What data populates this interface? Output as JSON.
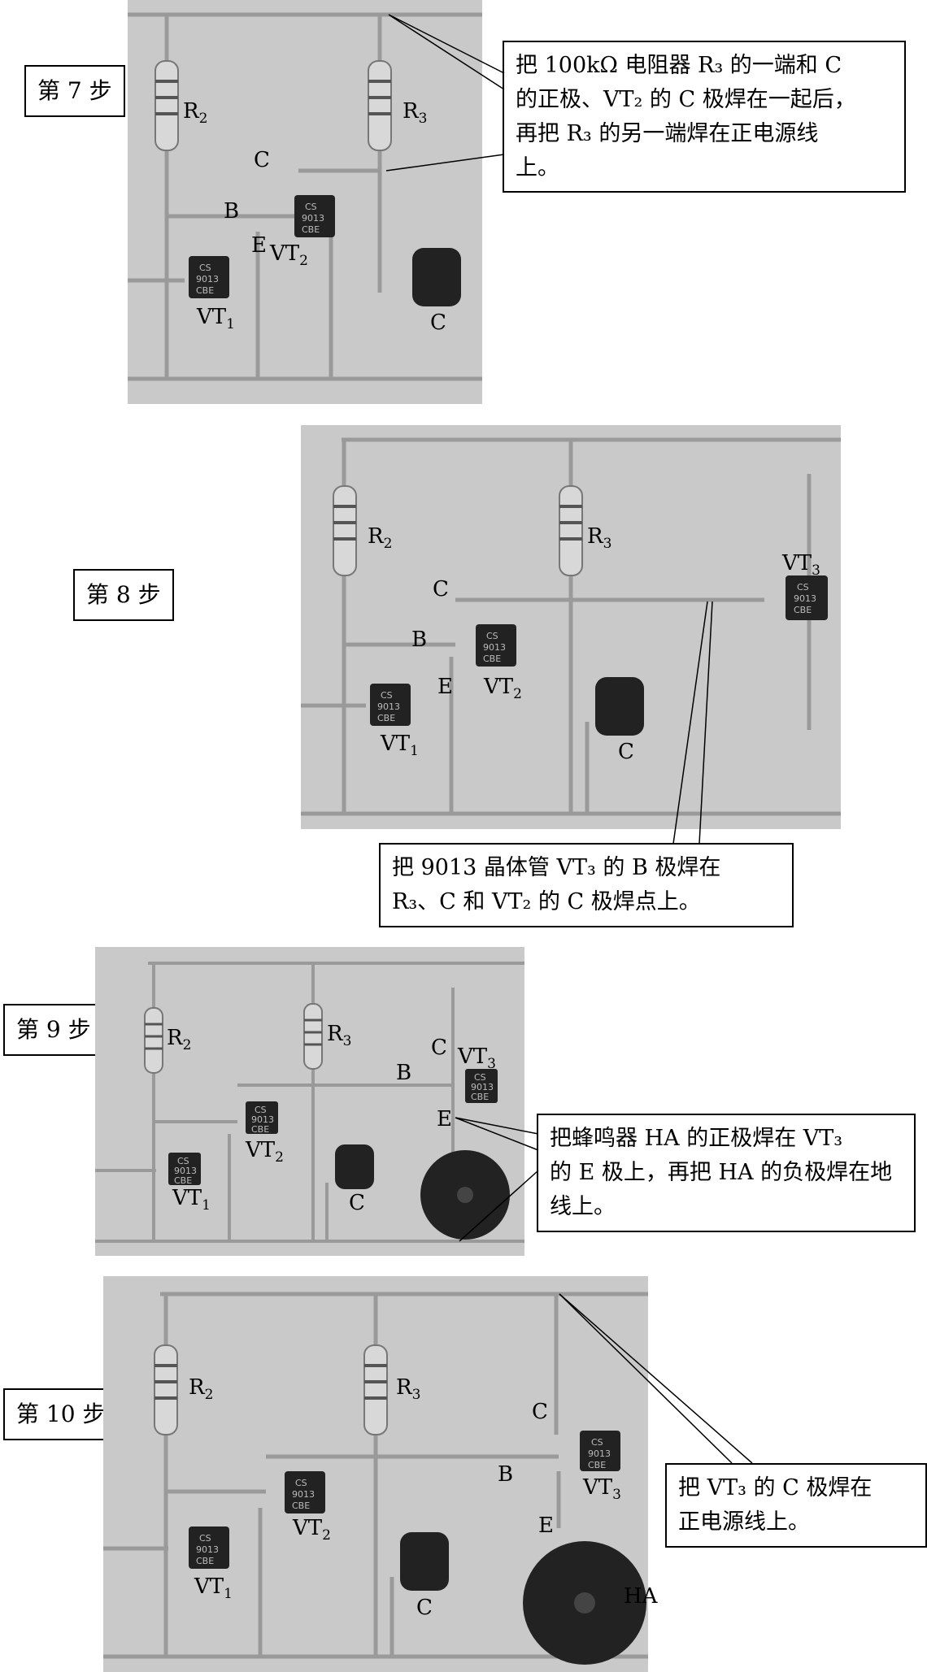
{
  "steps": [
    {
      "label": "第 7 步",
      "caption": [
        "把 100kΩ 电阻器 R₃ 的一端和 C",
        "的正极、VT₂ 的 C 极焊在一起后，",
        "再把 R₃ 的另一端焊在正电源线",
        "上。"
      ],
      "labels": {
        "r2": "R",
        "r2_sub": "2",
        "r3": "R",
        "r3_sub": "3",
        "c_node": "C",
        "b": "B",
        "e": "E",
        "vt2": "VT",
        "vt2_sub": "2",
        "vt1": "VT",
        "vt1_sub": "1",
        "cap": "C"
      }
    },
    {
      "label": "第 8 步",
      "caption": [
        "把 9013 晶体管 VT₃ 的 B 极焊在",
        "R₃、C 和 VT₂ 的 C 极焊点上。"
      ],
      "labels": {
        "r2": "R",
        "r2_sub": "2",
        "r3": "R",
        "r3_sub": "3",
        "c_node": "C",
        "b": "B",
        "e": "E",
        "vt2": "VT",
        "vt2_sub": "2",
        "vt1": "VT",
        "vt1_sub": "1",
        "cap": "C",
        "vt3": "VT",
        "vt3_sub": "3"
      }
    },
    {
      "label": "第 9 步",
      "caption": [
        "把蜂鸣器 HA 的正极焊在 VT₃",
        "的 E 极上，再把 HA 的负极焊在地",
        "线上。"
      ],
      "labels": {
        "r2": "R",
        "r2_sub": "2",
        "r3": "R",
        "r3_sub": "3",
        "c_node": "C",
        "b": "B",
        "e": "E",
        "vt2": "VT",
        "vt2_sub": "2",
        "vt1": "VT",
        "vt1_sub": "1",
        "cap": "C",
        "vt3": "VT",
        "vt3_sub": "3"
      }
    },
    {
      "label": "第 10 步",
      "caption": [
        "把 VT₃ 的 C 极焊在",
        "正电源线上。"
      ],
      "labels": {
        "r2": "R",
        "r2_sub": "2",
        "r3": "R",
        "r3_sub": "3",
        "c_node": "C",
        "b": "B",
        "e": "E",
        "vt2": "VT",
        "vt2_sub": "2",
        "vt1": "VT",
        "vt1_sub": "1",
        "cap": "C",
        "vt3": "VT",
        "vt3_sub": "3",
        "ha": "HA"
      }
    }
  ],
  "chip": {
    "line1": "CS",
    "line2": "9013",
    "line3": "CBE"
  }
}
